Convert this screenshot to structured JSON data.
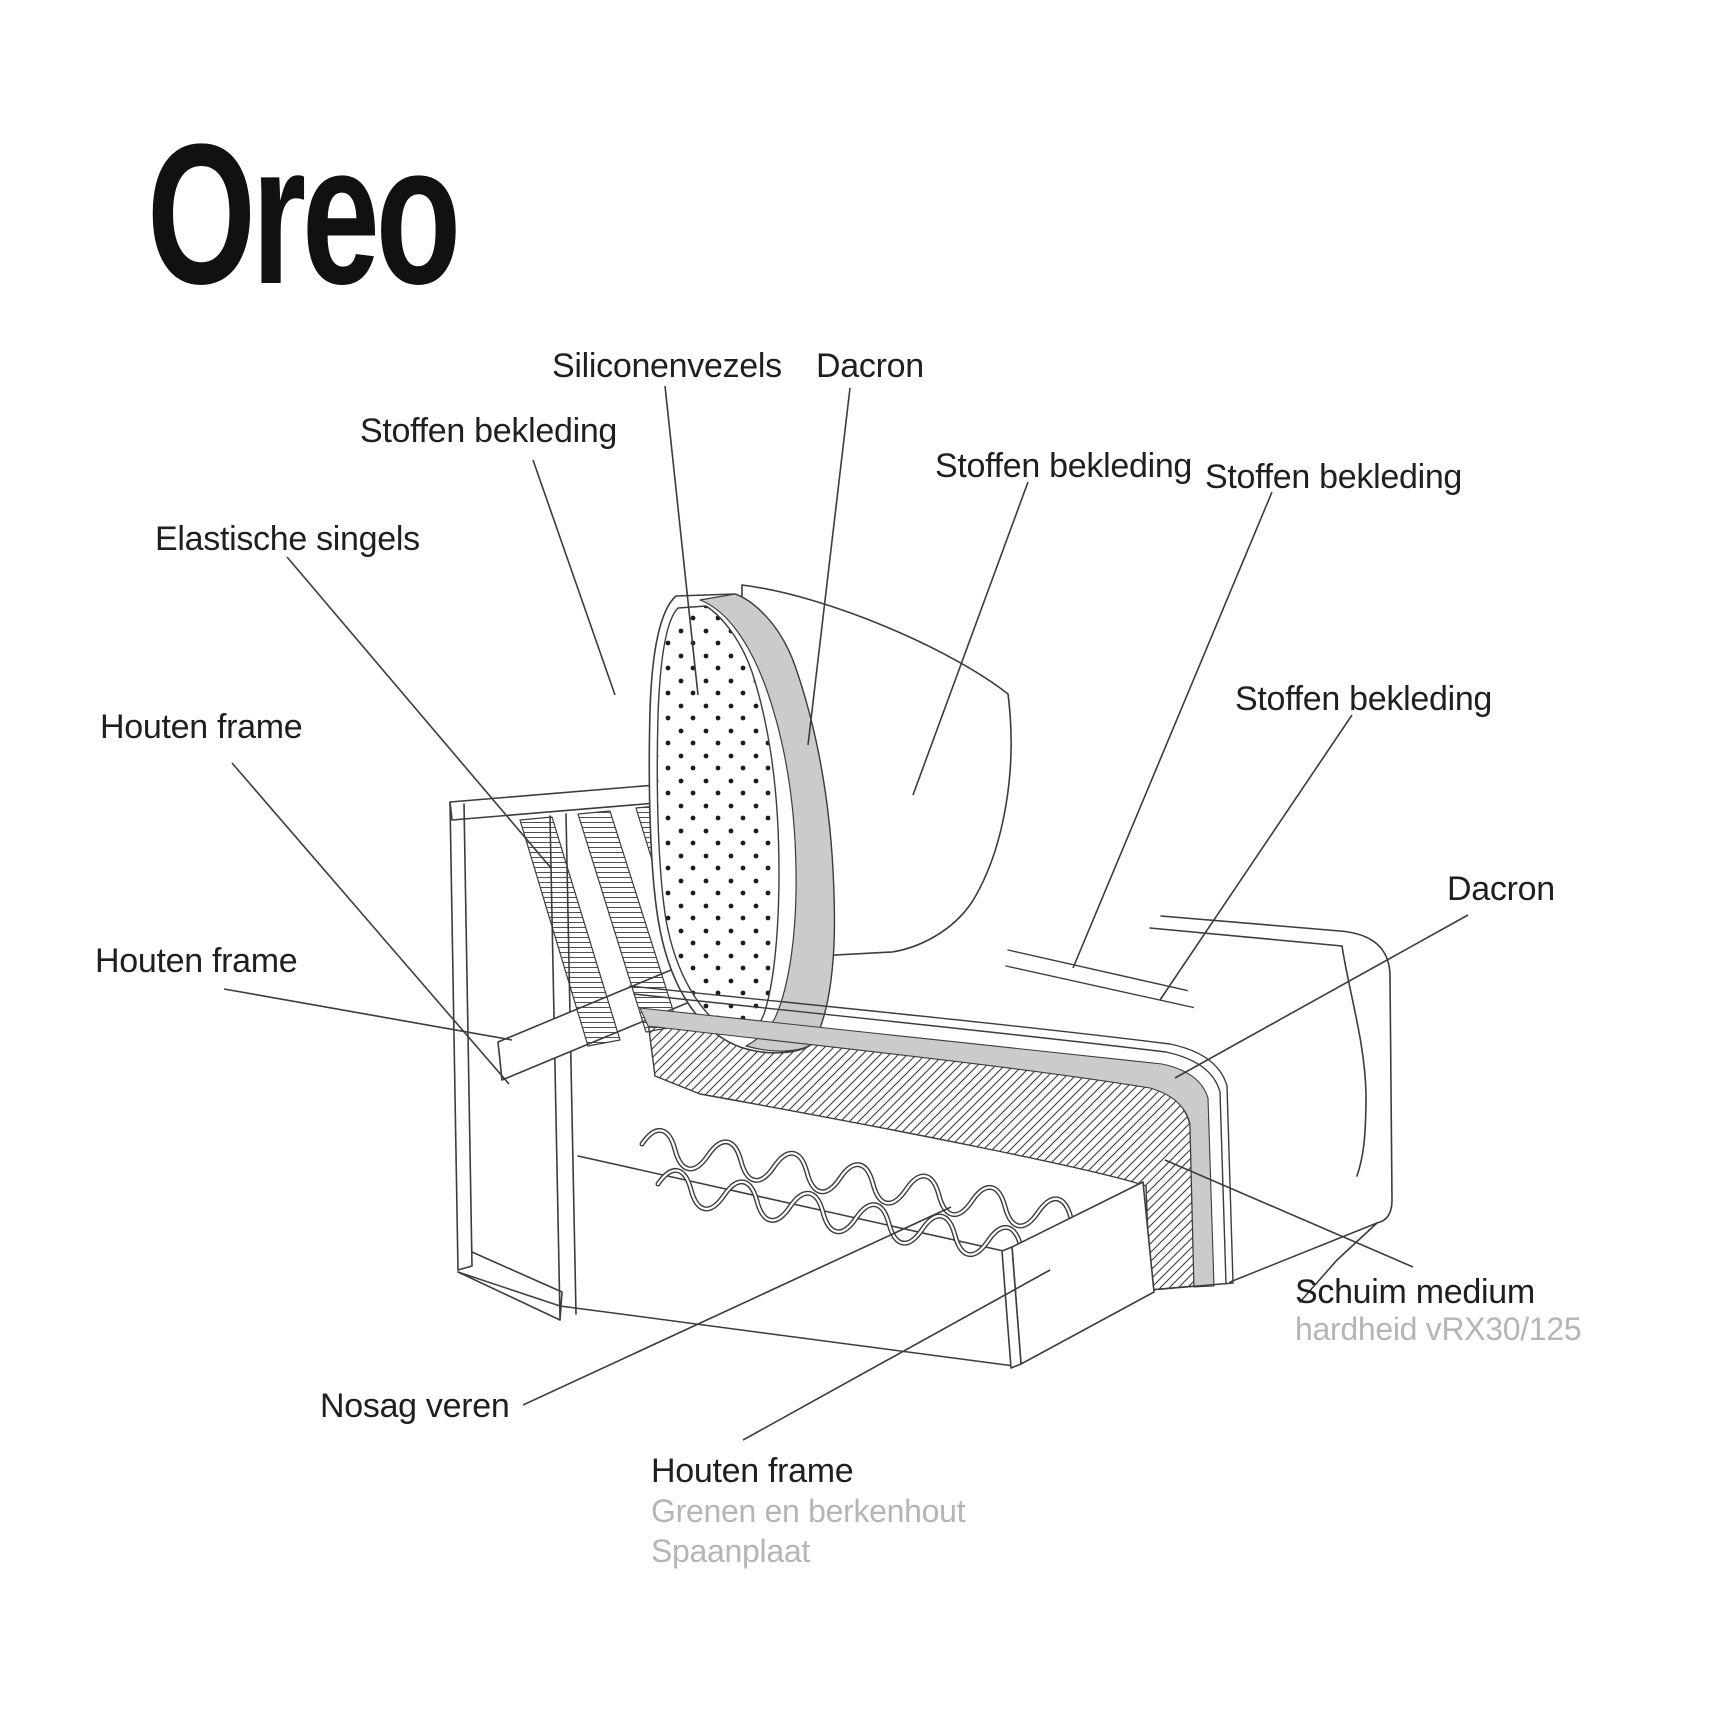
{
  "title": "Oreo",
  "colors": {
    "line_ink": "#3c3c3c",
    "label_text": "#1f1f1f",
    "muted_text": "#b5b5b5",
    "dacron_gray": "#cbcbcb",
    "background": "#ffffff"
  },
  "callouts": [
    {
      "id": "siliconenvezels",
      "text": "Siliconenvezels"
    },
    {
      "id": "dacron-backrest",
      "text": "Dacron"
    },
    {
      "id": "stoffen-bekleding-armrest",
      "text": "Stoffen bekleding"
    },
    {
      "id": "stoffen-bekleding-backrest",
      "text": "Stoffen bekleding"
    },
    {
      "id": "stoffen-bekleding-seatback",
      "text": "Stoffen bekleding"
    },
    {
      "id": "stoffen-bekleding-seat",
      "text": "Stoffen bekleding"
    },
    {
      "id": "elastische-singels",
      "text": "Elastische singels"
    },
    {
      "id": "houten-frame-arm-top",
      "text": "Houten frame"
    },
    {
      "id": "houten-frame-arm-side",
      "text": "Houten frame"
    },
    {
      "id": "nosag-veren",
      "text": "Nosag veren"
    },
    {
      "id": "houten-frame-base",
      "text": "Houten frame",
      "sublines": [
        "Grenen en berkenhout",
        "Spaanplaat"
      ]
    },
    {
      "id": "schuim-medium",
      "text": "Schuim medium",
      "subtext": "hardheid vRX30/125"
    },
    {
      "id": "dacron-seat",
      "text": "Dacron"
    }
  ]
}
